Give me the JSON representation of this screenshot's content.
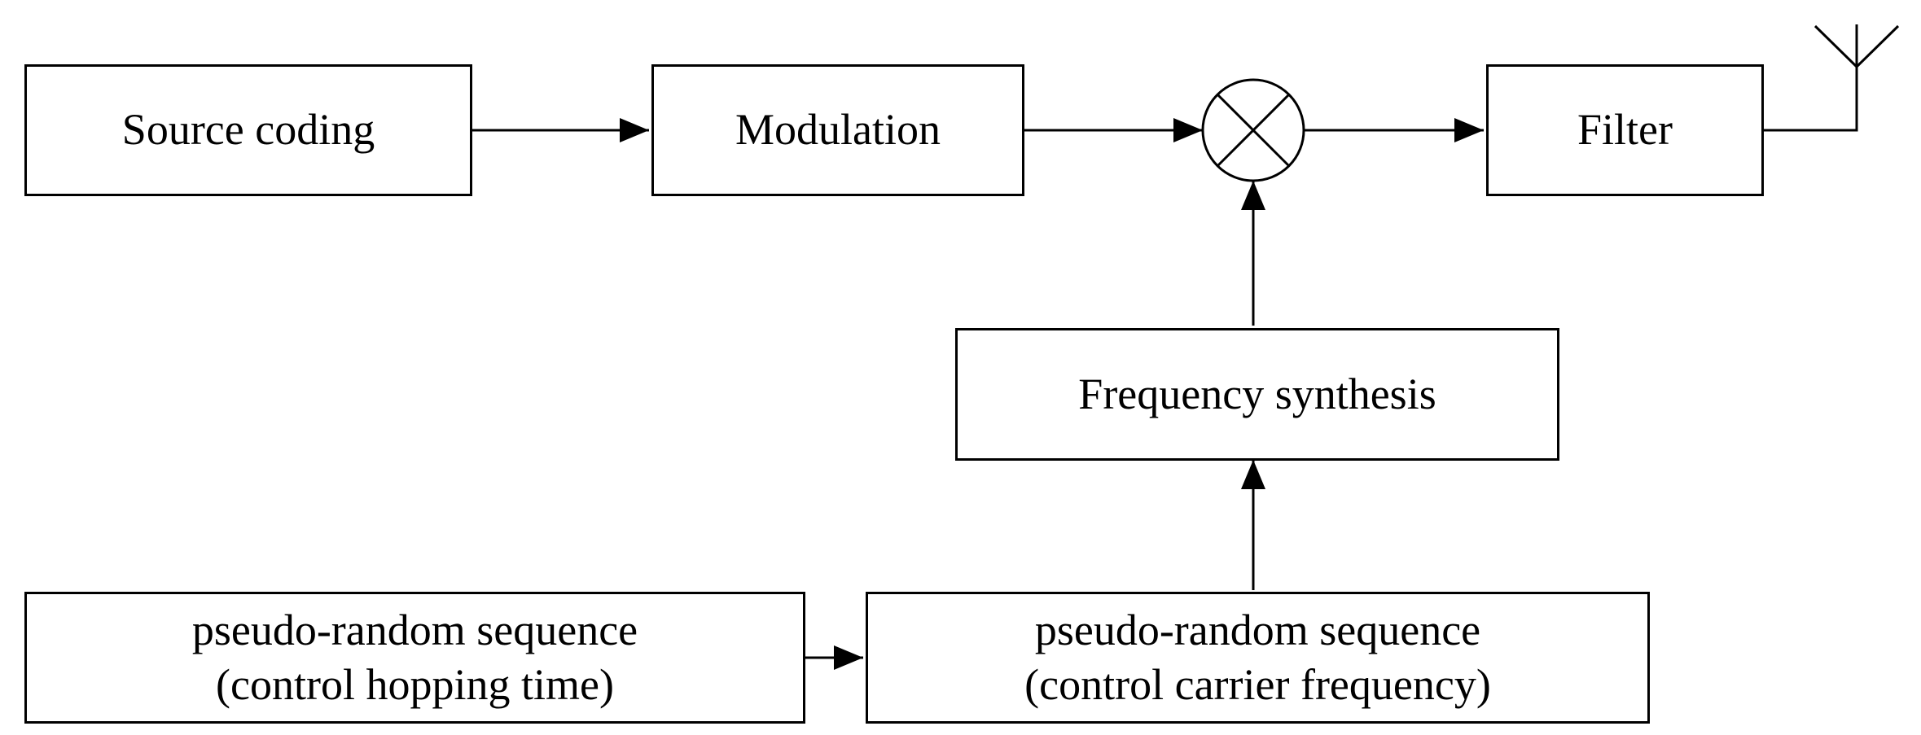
{
  "diagram": {
    "blocks": {
      "source_coding": "Source coding",
      "modulation": "Modulation",
      "filter": "Filter",
      "frequency_synthesis": "Frequency synthesis",
      "pn_hopping": {
        "line1": "pseudo-random sequence",
        "line2": "(control hopping time)"
      },
      "pn_carrier": {
        "line1": "pseudo-random sequence",
        "line2": "(control carrier frequency)"
      }
    },
    "symbols": {
      "mixer": "multiplier-circle-icon",
      "antenna": "antenna-icon"
    },
    "colors": {
      "stroke": "#000000",
      "background": "#ffffff"
    }
  }
}
